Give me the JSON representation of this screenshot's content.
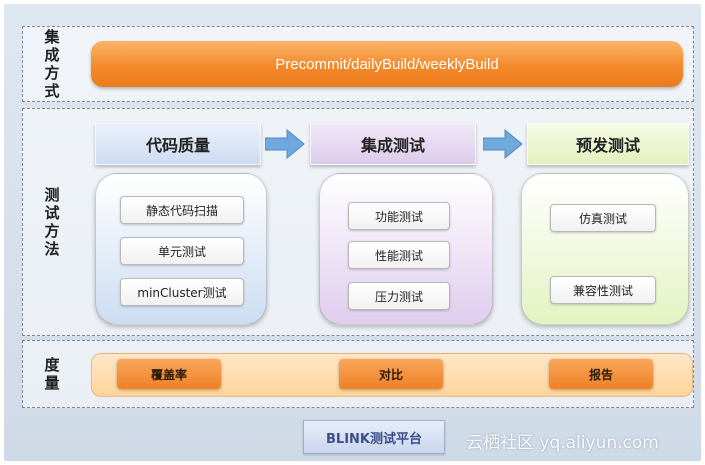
{
  "integration": {
    "label": "集成方式",
    "banner": "Precommit/dailyBuild/weeklyBuild"
  },
  "testing": {
    "label": "测试方法",
    "columns": [
      {
        "title": "代码质量",
        "items": [
          "静态代码扫描",
          "单元测试",
          "minCluster测试"
        ]
      },
      {
        "title": "集成测试",
        "items": [
          "功能测试",
          "性能测试",
          "压力测试"
        ]
      },
      {
        "title": "预发测试",
        "items": [
          "仿真测试",
          "兼容性测试"
        ]
      }
    ]
  },
  "metrics": {
    "label": "度量",
    "items": [
      "覆盖率",
      "对比",
      "报告"
    ]
  },
  "platform": "BLINK测试平台",
  "watermark": "云栖社区 yq.aliyun.com",
  "colors": {
    "banner": "#f38a2c",
    "code_quality": "#d6e3f5",
    "integration_test": "#e4d6ef",
    "pre_release": "#eaf5cc",
    "arrow": "#6fa8dc"
  }
}
